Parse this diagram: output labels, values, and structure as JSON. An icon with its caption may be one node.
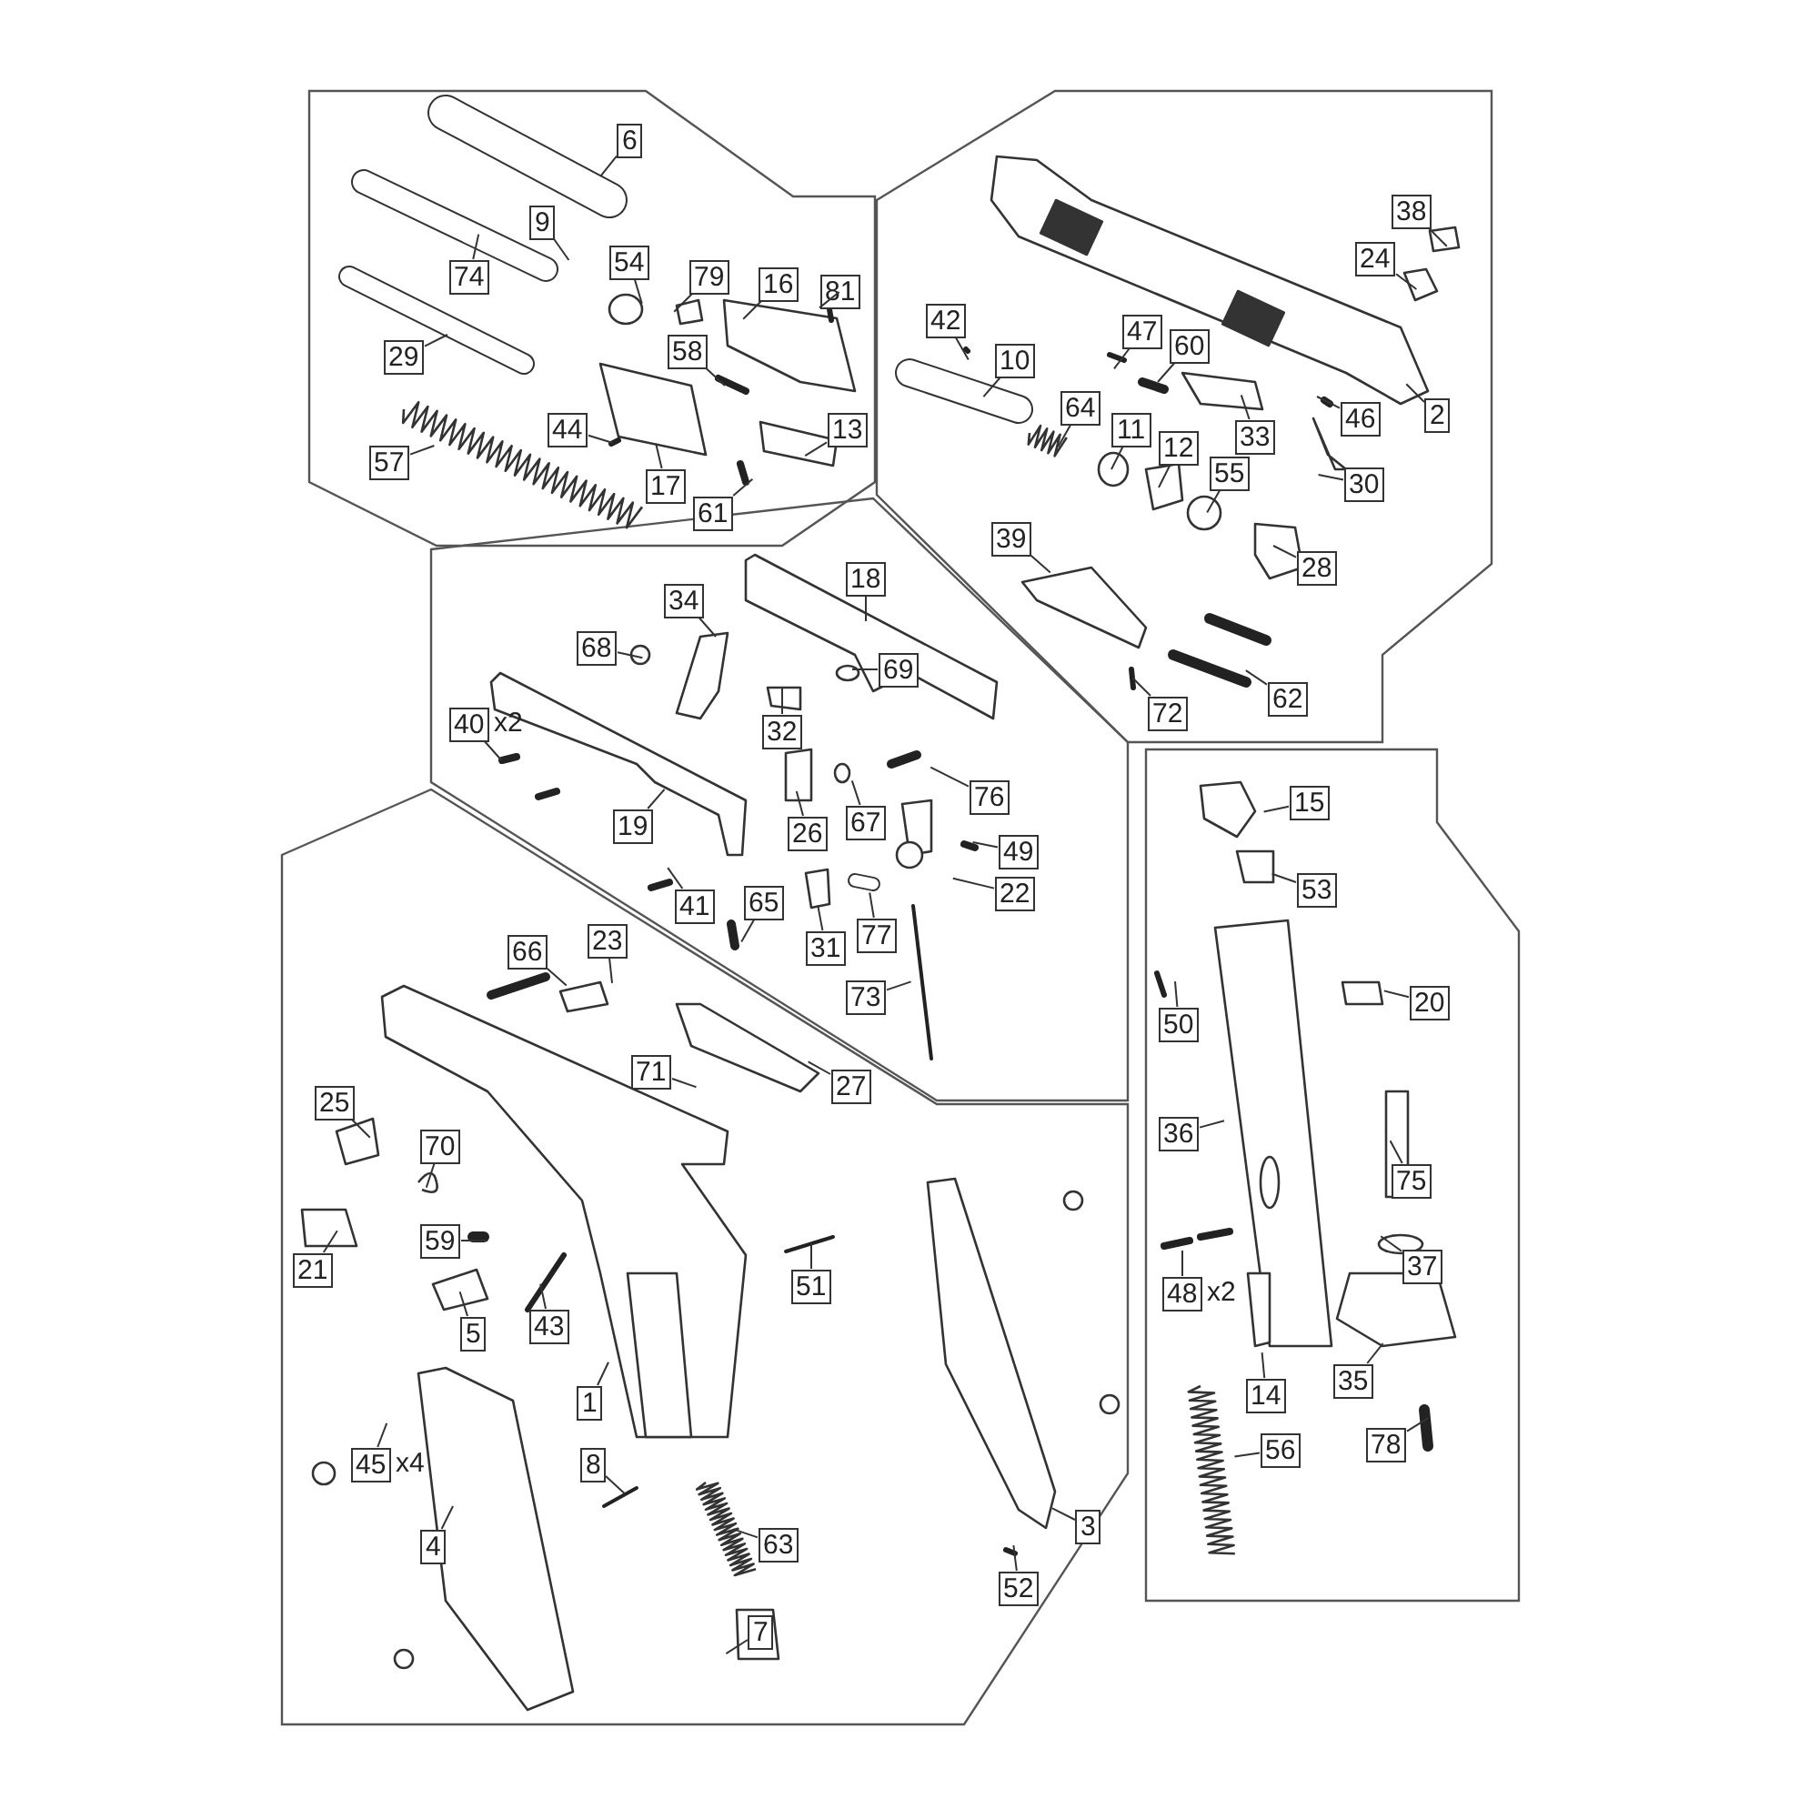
{
  "diagram": {
    "nodes": [
      {
        "text": [
          "6"
        ]
      },
      {
        "text": [
          "9"
        ]
      },
      {
        "text": [
          "74"
        ]
      },
      {
        "text": [
          "54"
        ]
      },
      {
        "text": [
          "79"
        ]
      },
      {
        "text": [
          "16"
        ]
      },
      {
        "text": [
          "81"
        ]
      },
      {
        "text": [
          "29"
        ]
      },
      {
        "text": [
          "58"
        ]
      },
      {
        "text": [
          "44"
        ]
      },
      {
        "text": [
          "13"
        ]
      },
      {
        "text": [
          "57"
        ]
      },
      {
        "text": [
          "17"
        ]
      },
      {
        "text": [
          "61"
        ]
      },
      {
        "text": [
          "38"
        ]
      },
      {
        "text": [
          "24"
        ]
      },
      {
        "text": [
          "42"
        ]
      },
      {
        "text": [
          "10"
        ]
      },
      {
        "text": [
          "47"
        ]
      },
      {
        "text": [
          "60"
        ]
      },
      {
        "text": [
          "64"
        ]
      },
      {
        "text": [
          "11"
        ]
      },
      {
        "text": [
          "33"
        ]
      },
      {
        "text": [
          "46"
        ]
      },
      {
        "text": [
          "2"
        ]
      },
      {
        "text": [
          "12"
        ]
      },
      {
        "text": [
          "30"
        ]
      },
      {
        "text": [
          "55"
        ]
      },
      {
        "text": [
          "39"
        ]
      },
      {
        "text": [
          "28"
        ]
      },
      {
        "text": [
          "72"
        ]
      },
      {
        "text": [
          "62"
        ]
      },
      {
        "text": [
          "34"
        ]
      },
      {
        "text": [
          "18"
        ]
      },
      {
        "text": [
          "68"
        ]
      },
      {
        "text": [
          "69"
        ]
      },
      {
        "text": [
          "40"
        ],
        "beside": [
          "x2"
        ]
      },
      {
        "text": [
          "32"
        ]
      },
      {
        "text": [
          "76"
        ]
      },
      {
        "text": [
          "19"
        ]
      },
      {
        "text": [
          "26"
        ]
      },
      {
        "text": [
          "67"
        ]
      },
      {
        "text": [
          "49"
        ]
      },
      {
        "text": [
          "22"
        ]
      },
      {
        "text": [
          "41"
        ]
      },
      {
        "text": [
          "65"
        ]
      },
      {
        "text": [
          "31"
        ]
      },
      {
        "text": [
          "77"
        ]
      },
      {
        "text": [
          "73"
        ]
      },
      {
        "text": [
          "15"
        ]
      },
      {
        "text": [
          "53"
        ]
      },
      {
        "text": [
          "20"
        ]
      },
      {
        "text": [
          "50"
        ]
      },
      {
        "text": [
          "36"
        ]
      },
      {
        "text": [
          "75"
        ]
      },
      {
        "text": [
          "37"
        ]
      },
      {
        "text": [
          "48"
        ],
        "beside": [
          "x2"
        ]
      },
      {
        "text": [
          "14"
        ]
      },
      {
        "text": [
          "35"
        ]
      },
      {
        "text": [
          "56"
        ]
      },
      {
        "text": [
          "78"
        ]
      },
      {
        "text": [
          "66"
        ]
      },
      {
        "text": [
          "23"
        ]
      },
      {
        "text": [
          "71"
        ]
      },
      {
        "text": [
          "27"
        ]
      },
      {
        "text": [
          "25"
        ]
      },
      {
        "text": [
          "70"
        ]
      },
      {
        "text": [
          "59"
        ]
      },
      {
        "text": [
          "21"
        ]
      },
      {
        "text": [
          "51"
        ]
      },
      {
        "text": [
          "43"
        ]
      },
      {
        "text": [
          "5"
        ]
      },
      {
        "text": [
          "1"
        ]
      },
      {
        "text": [
          "45"
        ],
        "beside": [
          "x4"
        ]
      },
      {
        "text": [
          "8"
        ]
      },
      {
        "text": [
          "3"
        ]
      },
      {
        "text": [
          "63"
        ]
      },
      {
        "text": [
          "4"
        ]
      },
      {
        "text": [
          "52"
        ]
      },
      {
        "text": [
          "7"
        ]
      }
    ],
    "edges": [
      {
        "from": 0,
        "to": null,
        "arrow": "none"
      },
      {
        "from": 1,
        "to": null,
        "arrow": "none"
      },
      {
        "from": 2,
        "to": null,
        "arrow": "none"
      },
      {
        "from": 3,
        "to": null,
        "arrow": "none"
      },
      {
        "from": 4,
        "to": null,
        "arrow": "none"
      },
      {
        "from": 5,
        "to": null,
        "arrow": "none"
      },
      {
        "from": 6,
        "to": null,
        "arrow": "none"
      },
      {
        "from": 7,
        "to": null,
        "arrow": "none"
      },
      {
        "from": 8,
        "to": null,
        "arrow": "none"
      },
      {
        "from": 9,
        "to": null,
        "arrow": "none"
      },
      {
        "from": 10,
        "to": null,
        "arrow": "none"
      },
      {
        "from": 11,
        "to": null,
        "arrow": "none"
      },
      {
        "from": 12,
        "to": null,
        "arrow": "none"
      },
      {
        "from": 13,
        "to": null,
        "arrow": "none"
      },
      {
        "from": 14,
        "to": null,
        "arrow": "none"
      },
      {
        "from": 15,
        "to": null,
        "arrow": "none"
      },
      {
        "from": 16,
        "to": null,
        "arrow": "none"
      },
      {
        "from": 17,
        "to": null,
        "arrow": "none"
      },
      {
        "from": 18,
        "to": null,
        "arrow": "none"
      },
      {
        "from": 19,
        "to": null,
        "arrow": "none"
      },
      {
        "from": 20,
        "to": null,
        "arrow": "none"
      },
      {
        "from": 21,
        "to": null,
        "arrow": "none"
      },
      {
        "from": 22,
        "to": null,
        "arrow": "none"
      },
      {
        "from": 23,
        "to": null,
        "arrow": "none"
      },
      {
        "from": 24,
        "to": null,
        "arrow": "none"
      },
      {
        "from": 25,
        "to": null,
        "arrow": "none"
      },
      {
        "from": 26,
        "to": null,
        "arrow": "none"
      },
      {
        "from": 27,
        "to": null,
        "arrow": "none"
      },
      {
        "from": 28,
        "to": null,
        "arrow": "none"
      },
      {
        "from": 29,
        "to": null,
        "arrow": "none"
      },
      {
        "from": 30,
        "to": null,
        "arrow": "none"
      },
      {
        "from": 31,
        "to": null,
        "arrow": "none"
      },
      {
        "from": 32,
        "to": null,
        "arrow": "none"
      },
      {
        "from": 33,
        "to": null,
        "arrow": "none"
      },
      {
        "from": 34,
        "to": null,
        "arrow": "none"
      },
      {
        "from": 35,
        "to": null,
        "arrow": "none"
      },
      {
        "from": 36,
        "to": null,
        "arrow": "none"
      },
      {
        "from": 37,
        "to": null,
        "arrow": "none"
      },
      {
        "from": 38,
        "to": null,
        "arrow": "none"
      },
      {
        "from": 39,
        "to": null,
        "arrow": "none"
      },
      {
        "from": 40,
        "to": null,
        "arrow": "none"
      },
      {
        "from": 41,
        "to": null,
        "arrow": "none"
      },
      {
        "from": 42,
        "to": null,
        "arrow": "none"
      },
      {
        "from": 43,
        "to": null,
        "arrow": "none"
      },
      {
        "from": 44,
        "to": null,
        "arrow": "none"
      },
      {
        "from": 45,
        "to": null,
        "arrow": "none"
      },
      {
        "from": 46,
        "to": null,
        "arrow": "none"
      },
      {
        "from": 47,
        "to": null,
        "arrow": "none"
      },
      {
        "from": 48,
        "to": null,
        "arrow": "none"
      },
      {
        "from": 49,
        "to": null,
        "arrow": "none"
      },
      {
        "from": 50,
        "to": null,
        "arrow": "none"
      },
      {
        "from": 51,
        "to": null,
        "arrow": "none"
      },
      {
        "from": 52,
        "to": null,
        "arrow": "none"
      },
      {
        "from": 53,
        "to": null,
        "arrow": "none"
      },
      {
        "from": 54,
        "to": null,
        "arrow": "none"
      },
      {
        "from": 55,
        "to": null,
        "arrow": "none"
      },
      {
        "from": 56,
        "to": null,
        "arrow": "none"
      },
      {
        "from": 57,
        "to": null,
        "arrow": "none"
      },
      {
        "from": 58,
        "to": null,
        "arrow": "none"
      },
      {
        "from": 59,
        "to": null,
        "arrow": "none"
      },
      {
        "from": 60,
        "to": null,
        "arrow": "none"
      },
      {
        "from": 61,
        "to": null,
        "arrow": "none"
      },
      {
        "from": 62,
        "to": null,
        "arrow": "none"
      },
      {
        "from": 63,
        "to": null,
        "arrow": "none"
      },
      {
        "from": 64,
        "to": null,
        "arrow": "none"
      },
      {
        "from": 65,
        "to": null,
        "arrow": "none"
      },
      {
        "from": 66,
        "to": null,
        "arrow": "none"
      },
      {
        "from": 67,
        "to": null,
        "arrow": "none"
      },
      {
        "from": 68,
        "to": null,
        "arrow": "none"
      },
      {
        "from": 69,
        "to": null,
        "arrow": "none"
      },
      {
        "from": 70,
        "to": null,
        "arrow": "none"
      },
      {
        "from": 71,
        "to": null,
        "arrow": "none"
      },
      {
        "from": 72,
        "to": null,
        "arrow": "none"
      },
      {
        "from": 73,
        "to": null,
        "arrow": "none"
      },
      {
        "from": 74,
        "to": null,
        "arrow": "none"
      },
      {
        "from": 75,
        "to": null,
        "arrow": "none"
      },
      {
        "from": 76,
        "to": null,
        "arrow": "none"
      },
      {
        "from": 77,
        "to": null,
        "arrow": "none"
      },
      {
        "from": 78,
        "to": null,
        "arrow": "none"
      },
      {
        "from": 79,
        "to": null,
        "arrow": "none"
      }
    ]
  }
}
